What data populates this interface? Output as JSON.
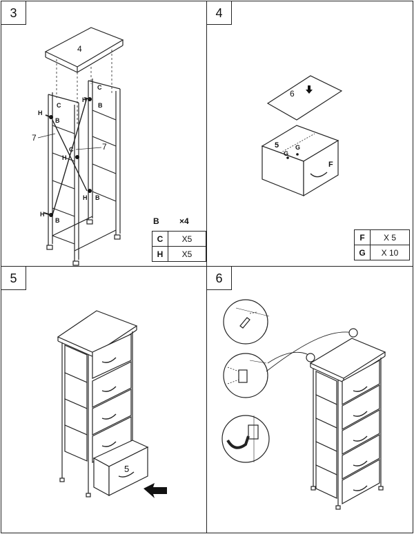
{
  "steps": [
    {
      "number": "3",
      "labels": {
        "top_panel": "4",
        "side_bar": "7",
        "C": "C",
        "B": "B",
        "H": "H"
      },
      "parts_head": {
        "code": "B",
        "qty": "×4"
      },
      "parts": [
        {
          "code": "C",
          "qty": "X5"
        },
        {
          "code": "H",
          "qty": "X5"
        }
      ]
    },
    {
      "number": "4",
      "labels": {
        "panel": "6",
        "box": "5",
        "G": "G",
        "F": "F"
      },
      "parts": [
        {
          "code": "F",
          "qty": "X 5"
        },
        {
          "code": "G",
          "qty": "X 10"
        }
      ]
    },
    {
      "number": "5",
      "labels": {
        "drawer": "5"
      }
    },
    {
      "number": "6"
    }
  ]
}
